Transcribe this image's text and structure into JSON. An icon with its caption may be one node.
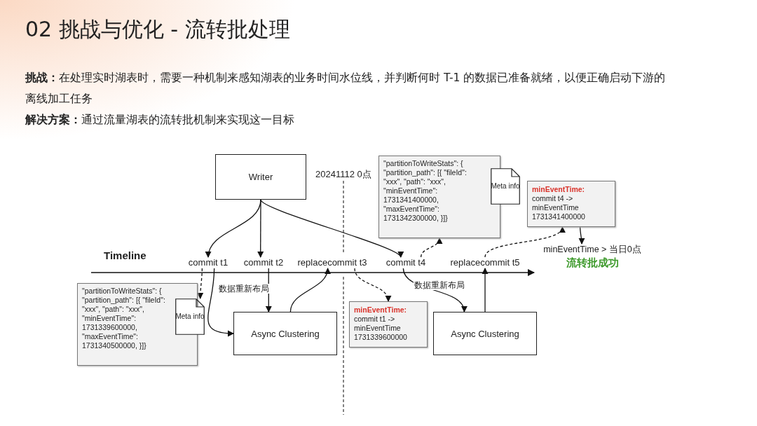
{
  "diagram": {
    "title": "02 挑战与优化 - 流转批处理",
    "nodes": [
      {
        "text": [
          "Writer"
        ]
      },
      {
        "text": [
          "commit t1"
        ]
      },
      {
        "text": [
          "commit t2"
        ]
      },
      {
        "text": [
          "replacecommit t3"
        ]
      },
      {
        "text": [
          "commit t4"
        ]
      },
      {
        "text": [
          "replacecommit t5"
        ]
      },
      {
        "text": [
          "Async Clustering"
        ]
      },
      {
        "text": [
          "Async Clustering"
        ]
      },
      {
        "text": [
          "\"partitionToWriteStats\": { \"partition_path\": [{ \"fileId\": \"xxx\", \"path\": \"xxx\", \"minEventTime\": 1731339600000, \"maxEventTime\": 1731340500000, }]}"
        ]
      },
      {
        "text": [
          "Meta info"
        ]
      },
      {
        "text": [
          "\"partitionToWriteStats\": { \"partition_path\": [{ \"fileId\": \"xxx\", \"path\": \"xxx\", \"minEventTime\": 1731341400000, \"maxEventTime\": 1731342300000, }]}"
        ]
      },
      {
        "text": [
          "Meta info"
        ]
      },
      {
        "text": [
          "minEventTime:",
          "commit t1 -> minEventTime 1731339600000"
        ]
      },
      {
        "text": [
          "minEventTime:",
          "commit t4 -> minEventTime 1731341400000"
        ]
      },
      {
        "text": [
          "minEventTime > 当日0点",
          "流转批成功"
        ]
      }
    ],
    "edges": [
      {
        "from": 0,
        "to": 1,
        "arrow": "to"
      },
      {
        "from": 0,
        "to": 2,
        "arrow": "to"
      },
      {
        "from": 0,
        "to": 4,
        "arrow": "to"
      },
      {
        "from": 1,
        "to": 9,
        "arrow": "to",
        "style": "dashed"
      },
      {
        "from": 1,
        "to": 6,
        "arrow": "to"
      },
      {
        "from": 2,
        "to": 6,
        "arrow": "to",
        "label": "数据重新布局"
      },
      {
        "from": 6,
        "to": 3,
        "arrow": "to"
      },
      {
        "from": 3,
        "to": 12,
        "arrow": "to",
        "style": "dashed"
      },
      {
        "from": 4,
        "to": 10,
        "arrow": "to",
        "style": "dashed"
      },
      {
        "from": 4,
        "to": 7,
        "arrow": "to",
        "label": "数据重新布局"
      },
      {
        "from": 7,
        "to": 5,
        "arrow": "to"
      },
      {
        "from": 5,
        "to": 13,
        "arrow": "to",
        "style": "dashed"
      },
      {
        "from": 13,
        "to": 14,
        "arrow": "to"
      }
    ],
    "labels": [
      "**挑战：**在处理实时湖表时，需要一种机制来感知湖表的业务时间水位线，并判断何时 T-1 的数据已准备就绪，以便正确启动下游的离线加工任务",
      "**解决方案：**通过流量湖表的流转批机制来实现这一目标",
      "Timeline",
      "20241112 0点"
    ]
  }
}
